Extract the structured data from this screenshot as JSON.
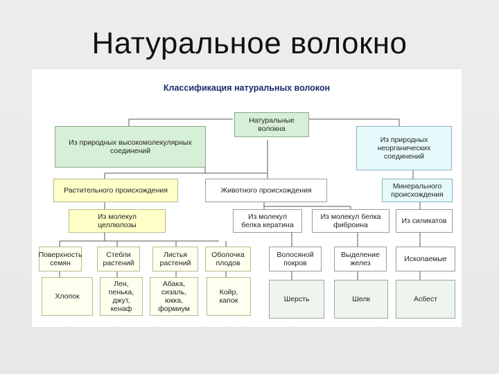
{
  "slide": {
    "title": "Натуральное волокно"
  },
  "diagram": {
    "title": "Классификация натуральных волокон",
    "root": "Натуральные\nволокна",
    "level1": {
      "macro": "Из природных высокомолекулярных\nсоединений",
      "inorganic": "Из природных\nнеорганических\nсоединений"
    },
    "level2": {
      "plant": "Растительного происхождения",
      "animal": "Животного происхождения",
      "mineral": "Минерального\nпроисхождения"
    },
    "level3": {
      "cellulose": "Из молекул\nцеллюлозы",
      "keratin": "Из молекул\nбелка кератина",
      "fibroin": "Из молекул белка\nфиброина",
      "silicates": "Из силикатов"
    },
    "level4": {
      "seed_surface": "Поверхность\nсемян",
      "stems": "Стебли\nрастений",
      "leaves": "Листья\nрастений",
      "fruit_shell": "Оболочка\nплодов",
      "hair": "Волосяной\nпокров",
      "glands": "Выделение\nжелез",
      "fossils": "Ископаемые"
    },
    "level5": {
      "cotton": "Хлопок",
      "bast": "Лен,\nпенька,\nджут,\nкенаф",
      "leaf_fibers": "Абака,\nсизаль,\nюкка,\nформиум",
      "coir": "Койр,\nкапок",
      "wool": "Шерсть",
      "silk": "Шелк",
      "asbestos": "Асбест"
    }
  }
}
